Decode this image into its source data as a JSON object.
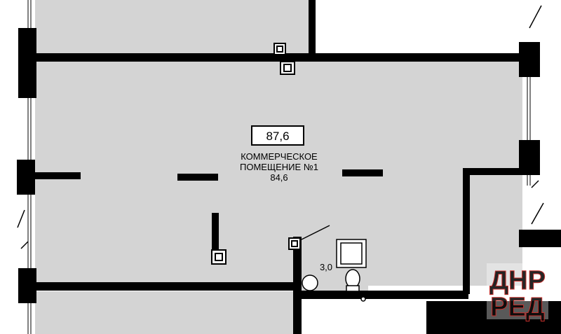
{
  "plan": {
    "total_area": "87,6",
    "main_room": {
      "name_line1": "КОММЕРЧЕСКОЕ",
      "name_line2": "ПОМЕЩЕНИЕ №1",
      "area": "84,6"
    },
    "wc": {
      "area": "3,0"
    }
  },
  "watermark": {
    "line1": "ДНР",
    "line2": "РЕД",
    "color": "#c8312d"
  },
  "colors": {
    "room_fill": "#d4d4d4",
    "wall": "#000000",
    "background": "#ffffff"
  }
}
